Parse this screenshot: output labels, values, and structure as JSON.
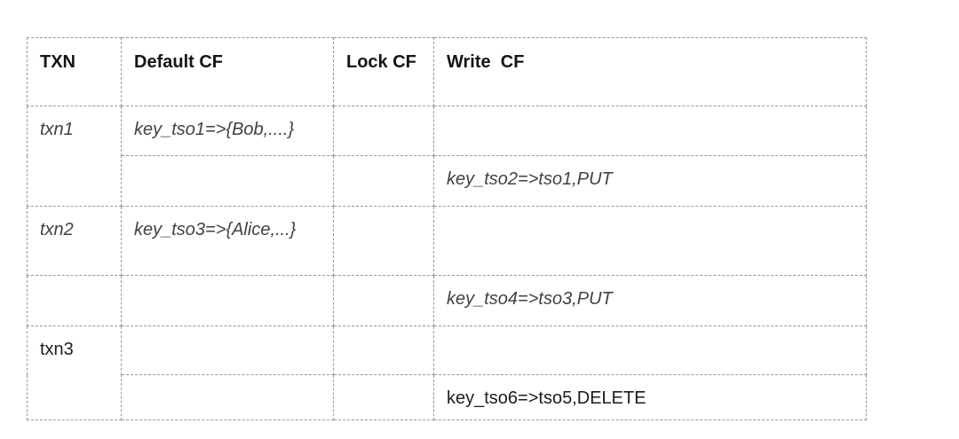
{
  "page": {
    "background_color": "#ffffff",
    "border_color": "#989898",
    "header_text_color": "#141414",
    "italic_text_color": "#414141",
    "upright_text_color": "#1c1c1c"
  },
  "table": {
    "headers": [
      "TXN",
      "Default CF",
      "Lock CF",
      "Write  CF"
    ],
    "rows": [
      {
        "name": "txn1-default-write",
        "cells": {
          "txn": "txn1",
          "default_cf": "key_tso1=>{Bob,....}",
          "lock_cf": "",
          "write_cf": ""
        }
      },
      {
        "name": "txn1-write-record",
        "cells": {
          "default_cf": "",
          "lock_cf": "",
          "write_cf": "key_tso2=>tso1,PUT"
        }
      },
      {
        "name": "txn2-default-write",
        "cells": {
          "txn": "txn2",
          "default_cf": "key_tso3=>{Alice,...}",
          "lock_cf": "",
          "write_cf": ""
        }
      },
      {
        "name": "txn2-write-record",
        "cells": {
          "txn": "",
          "default_cf": "",
          "lock_cf": "",
          "write_cf": "key_tso4=>tso3,PUT"
        }
      },
      {
        "name": "txn3-default-write",
        "cells": {
          "txn": "txn3",
          "default_cf": "",
          "lock_cf": "",
          "write_cf": ""
        }
      },
      {
        "name": "txn3-write-record",
        "cells": {
          "default_cf": "",
          "lock_cf": "",
          "write_cf": "key_tso6=>tso5,DELETE"
        }
      }
    ]
  }
}
